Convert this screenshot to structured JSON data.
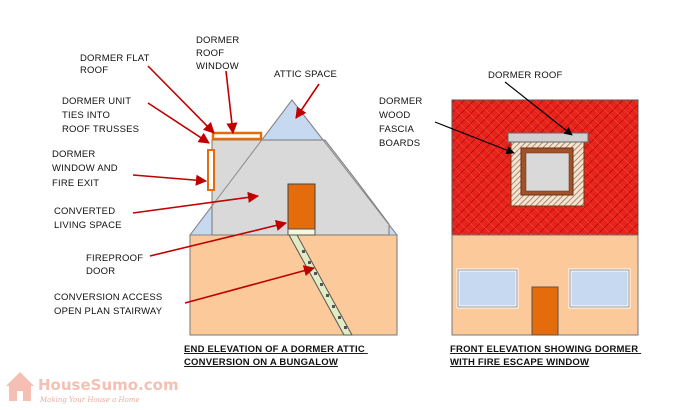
{
  "labels": {
    "dormer_flat_roof": [
      "DORMER FLAT",
      "ROOF"
    ],
    "dormer_roof_window": [
      "DORMER",
      "ROOF",
      "WINDOW"
    ],
    "attic_space": [
      "ATTIC SPACE"
    ],
    "dormer_unit": [
      "DORMER UNIT",
      "TIES INTO",
      "ROOF TRUSSES"
    ],
    "dormer_window_fire_exit": [
      "DORMER",
      "WINDOW AND",
      "FIRE EXIT"
    ],
    "converted_living_space": [
      "CONVERTED",
      "LIVING SPACE"
    ],
    "fireproof_door": [
      "FIREPROOF",
      "DOOR"
    ],
    "conversion_access": [
      "CONVERSION ACCESS",
      "OPEN PLAN STAIRWAY"
    ],
    "dormer_roof": [
      "DORMER ROOF"
    ],
    "dormer_wood_fascia": [
      "DORMER",
      "WOOD",
      "FASCIA",
      "BOARDS"
    ]
  },
  "captions": {
    "end_elevation": [
      "END ELEVATION OF A DORMER ATTIC",
      "CONVERSION ON A BUNGALOW"
    ],
    "front_elevation": [
      "FRONT ELEVATION SHOWING DORMER",
      "WITH FIRE ESCAPE WINDOW"
    ]
  },
  "watermark": {
    "brand": "HouseSumo.com",
    "tagline": "Making Your House a Home"
  },
  "colors": {
    "wall": "#fcc99a",
    "roof_red": "#e8231c",
    "attic_blue": "#c6d9f1",
    "living_grey": "#d9d9d9",
    "door_orange": "#e46c0a",
    "arrow_red": "#c00000",
    "fascia_grey": "#d0d0d0",
    "stair_green": "#e2ecc4"
  }
}
